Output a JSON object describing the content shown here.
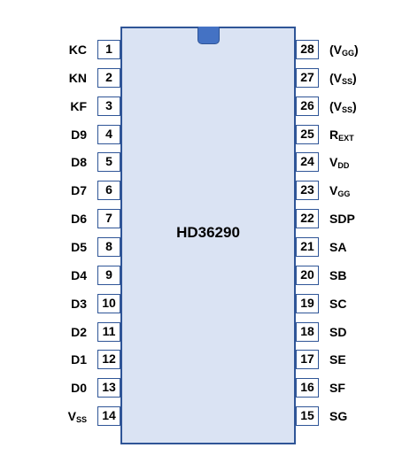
{
  "chip": {
    "label": "HD36290"
  },
  "left_pins": [
    {
      "number": "1",
      "name": "KC",
      "sub": ""
    },
    {
      "number": "2",
      "name": "KN",
      "sub": ""
    },
    {
      "number": "3",
      "name": "KF",
      "sub": ""
    },
    {
      "number": "4",
      "name": "D9",
      "sub": ""
    },
    {
      "number": "5",
      "name": "D8",
      "sub": ""
    },
    {
      "number": "6",
      "name": "D7",
      "sub": ""
    },
    {
      "number": "7",
      "name": "D6",
      "sub": ""
    },
    {
      "number": "8",
      "name": "D5",
      "sub": ""
    },
    {
      "number": "9",
      "name": "D4",
      "sub": ""
    },
    {
      "number": "10",
      "name": "D3",
      "sub": ""
    },
    {
      "number": "11",
      "name": "D2",
      "sub": ""
    },
    {
      "number": "12",
      "name": "D1",
      "sub": ""
    },
    {
      "number": "13",
      "name": "D0",
      "sub": ""
    },
    {
      "number": "14",
      "name": "V",
      "sub": "SS"
    }
  ],
  "right_pins": [
    {
      "number": "28",
      "name": "(V",
      "sub": "GG",
      "suffix": ")"
    },
    {
      "number": "27",
      "name": "(V",
      "sub": "SS",
      "suffix": ")"
    },
    {
      "number": "26",
      "name": "(V",
      "sub": "SS",
      "suffix": ")"
    },
    {
      "number": "25",
      "name": "R",
      "sub": "EXT",
      "suffix": ""
    },
    {
      "number": "24",
      "name": "V",
      "sub": "DD",
      "suffix": ""
    },
    {
      "number": "23",
      "name": "V",
      "sub": "GG",
      "suffix": ""
    },
    {
      "number": "22",
      "name": "SDP",
      "sub": "",
      "suffix": ""
    },
    {
      "number": "21",
      "name": "SA",
      "sub": "",
      "suffix": ""
    },
    {
      "number": "20",
      "name": "SB",
      "sub": "",
      "suffix": ""
    },
    {
      "number": "19",
      "name": "SC",
      "sub": "",
      "suffix": ""
    },
    {
      "number": "18",
      "name": "SD",
      "sub": "",
      "suffix": ""
    },
    {
      "number": "17",
      "name": "SE",
      "sub": "",
      "suffix": ""
    },
    {
      "number": "16",
      "name": "SF",
      "sub": "",
      "suffix": ""
    },
    {
      "number": "15",
      "name": "SG",
      "sub": "",
      "suffix": ""
    }
  ],
  "colors": {
    "chip_fill": "#dae3f3",
    "outline": "#2f5597",
    "notch_fill": "#4472c4"
  }
}
